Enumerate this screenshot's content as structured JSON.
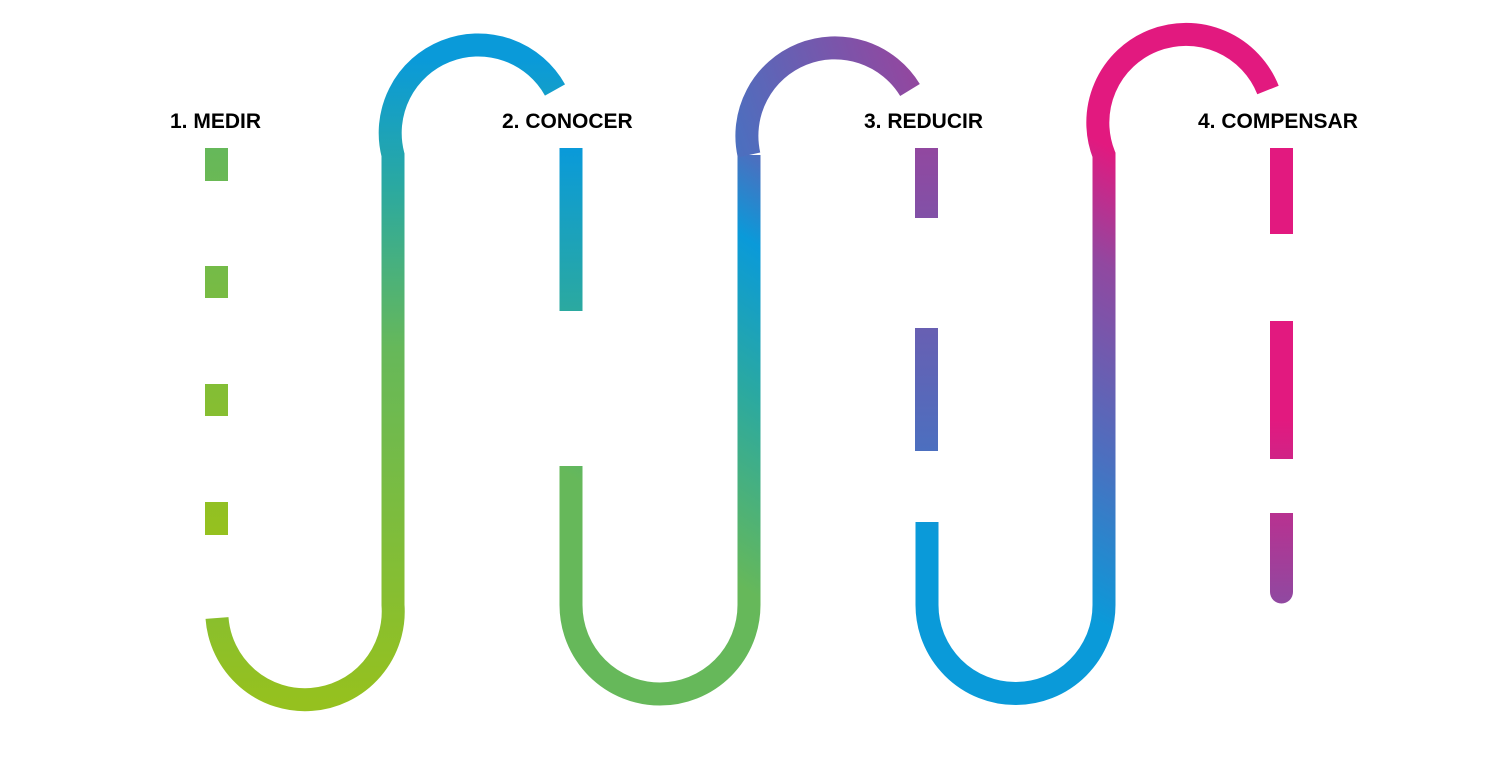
{
  "steps": [
    {
      "label": "1. MEDIR"
    },
    {
      "label": "2. CONOCER"
    },
    {
      "label": "3. REDUCIR"
    },
    {
      "label": "4. COMPENSAR"
    }
  ],
  "colors": {
    "green": "#95C11F",
    "green_mid": "#66B85A",
    "teal": "#2BA9A0",
    "blue": "#0A9AD9",
    "indigo": "#4C6FBF",
    "purple": "#9148A0",
    "magenta": "#E2197F",
    "background": "#FFFFFF"
  }
}
